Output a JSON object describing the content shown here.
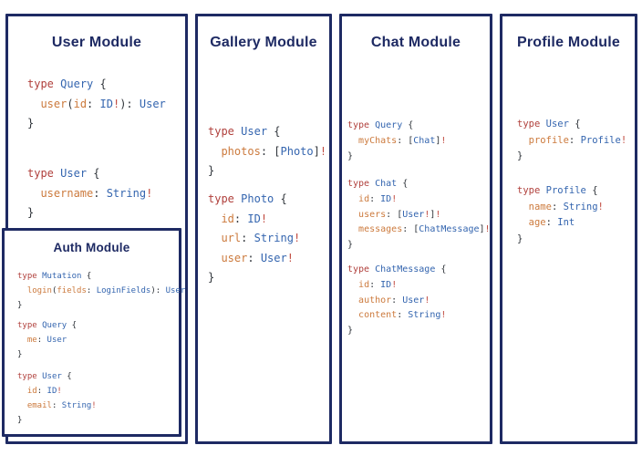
{
  "page": {
    "background": "#ffffff",
    "accent_navy": "#1e2a63"
  },
  "colors": {
    "keyword": "#b0403c",
    "type_name": "#3465af",
    "field": "#cc7a3d",
    "punctuation": "#30353b",
    "bang": "#c14b40"
  },
  "panels": [
    {
      "id": "user-module",
      "title": "User Module",
      "blocks": [
        [
          [
            [
              "kw",
              "type"
            ],
            [
              "pn",
              " "
            ],
            [
              "ty",
              "Query"
            ],
            [
              "pn",
              " {"
            ]
          ],
          [
            [
              "pn",
              "  "
            ],
            [
              "fd",
              "user"
            ],
            [
              "pn",
              "("
            ],
            [
              "fd",
              "id"
            ],
            [
              "pn",
              ": "
            ],
            [
              "ty",
              "ID"
            ],
            [
              "bg",
              "!"
            ],
            [
              "pn",
              "): "
            ],
            [
              "ty",
              "User"
            ]
          ],
          [
            [
              "pn",
              "}"
            ]
          ]
        ],
        [
          [
            [
              "kw",
              "type"
            ],
            [
              "pn",
              " "
            ],
            [
              "ty",
              "User"
            ],
            [
              "pn",
              " {"
            ]
          ],
          [
            [
              "pn",
              "  "
            ],
            [
              "fd",
              "username"
            ],
            [
              "pn",
              ": "
            ],
            [
              "ty",
              "String"
            ],
            [
              "bg",
              "!"
            ]
          ],
          [
            [
              "pn",
              "}"
            ]
          ]
        ]
      ],
      "nested": {
        "id": "auth-module",
        "title": "Auth Module",
        "blocks": [
          [
            [
              [
                "kw",
                "type"
              ],
              [
                "pn",
                " "
              ],
              [
                "ty",
                "Mutation"
              ],
              [
                "pn",
                " {"
              ]
            ],
            [
              [
                "pn",
                "  "
              ],
              [
                "fd",
                "login"
              ],
              [
                "pn",
                "("
              ],
              [
                "fd",
                "fields"
              ],
              [
                "pn",
                ": "
              ],
              [
                "ty",
                "LoginFields"
              ],
              [
                "pn",
                "): "
              ],
              [
                "ty",
                "User"
              ]
            ],
            [
              [
                "pn",
                "}"
              ]
            ]
          ],
          [
            [
              [
                "kw",
                "type"
              ],
              [
                "pn",
                " "
              ],
              [
                "ty",
                "Query"
              ],
              [
                "pn",
                " {"
              ]
            ],
            [
              [
                "pn",
                "  "
              ],
              [
                "fd",
                "me"
              ],
              [
                "pn",
                ": "
              ],
              [
                "ty",
                "User"
              ]
            ],
            [
              [
                "pn",
                "}"
              ]
            ]
          ],
          [
            [
              [
                "kw",
                "type"
              ],
              [
                "pn",
                " "
              ],
              [
                "ty",
                "User"
              ],
              [
                "pn",
                " {"
              ]
            ],
            [
              [
                "pn",
                "  "
              ],
              [
                "fd",
                "id"
              ],
              [
                "pn",
                ": "
              ],
              [
                "ty",
                "ID"
              ],
              [
                "bg",
                "!"
              ]
            ],
            [
              [
                "pn",
                "  "
              ],
              [
                "fd",
                "email"
              ],
              [
                "pn",
                ": "
              ],
              [
                "ty",
                "String"
              ],
              [
                "bg",
                "!"
              ]
            ],
            [
              [
                "pn",
                "}"
              ]
            ]
          ]
        ]
      }
    },
    {
      "id": "gallery-module",
      "title": "Gallery Module",
      "blocks": [
        [
          [
            [
              "kw",
              "type"
            ],
            [
              "pn",
              " "
            ],
            [
              "ty",
              "User"
            ],
            [
              "pn",
              " {"
            ]
          ],
          [
            [
              "pn",
              "  "
            ],
            [
              "fd",
              "photos"
            ],
            [
              "pn",
              ": ["
            ],
            [
              "ty",
              "Photo"
            ],
            [
              "pn",
              "]"
            ],
            [
              "bg",
              "!"
            ]
          ],
          [
            [
              "pn",
              "}"
            ]
          ]
        ],
        [
          [
            [
              "kw",
              "type"
            ],
            [
              "pn",
              " "
            ],
            [
              "ty",
              "Photo"
            ],
            [
              "pn",
              " {"
            ]
          ],
          [
            [
              "pn",
              "  "
            ],
            [
              "fd",
              "id"
            ],
            [
              "pn",
              ": "
            ],
            [
              "ty",
              "ID"
            ],
            [
              "bg",
              "!"
            ]
          ],
          [
            [
              "pn",
              "  "
            ],
            [
              "fd",
              "url"
            ],
            [
              "pn",
              ": "
            ],
            [
              "ty",
              "String"
            ],
            [
              "bg",
              "!"
            ]
          ],
          [
            [
              "pn",
              "  "
            ],
            [
              "fd",
              "user"
            ],
            [
              "pn",
              ": "
            ],
            [
              "ty",
              "User"
            ],
            [
              "bg",
              "!"
            ]
          ],
          [
            [
              "pn",
              "}"
            ]
          ]
        ]
      ]
    },
    {
      "id": "chat-module",
      "title": "Chat Module",
      "blocks": [
        [
          [
            [
              "kw",
              "type"
            ],
            [
              "pn",
              " "
            ],
            [
              "ty",
              "Query"
            ],
            [
              "pn",
              " {"
            ]
          ],
          [
            [
              "pn",
              "  "
            ],
            [
              "fd",
              "myChats"
            ],
            [
              "pn",
              ": ["
            ],
            [
              "ty",
              "Chat"
            ],
            [
              "pn",
              "]"
            ],
            [
              "bg",
              "!"
            ]
          ],
          [
            [
              "pn",
              "}"
            ]
          ]
        ],
        [
          [
            [
              "kw",
              "type"
            ],
            [
              "pn",
              " "
            ],
            [
              "ty",
              "Chat"
            ],
            [
              "pn",
              " {"
            ]
          ],
          [
            [
              "pn",
              "  "
            ],
            [
              "fd",
              "id"
            ],
            [
              "pn",
              ": "
            ],
            [
              "ty",
              "ID"
            ],
            [
              "bg",
              "!"
            ]
          ],
          [
            [
              "pn",
              "  "
            ],
            [
              "fd",
              "users"
            ],
            [
              "pn",
              ": ["
            ],
            [
              "ty",
              "User"
            ],
            [
              "bg",
              "!"
            ],
            [
              "pn",
              "]"
            ],
            [
              "bg",
              "!"
            ]
          ],
          [
            [
              "pn",
              "  "
            ],
            [
              "fd",
              "messages"
            ],
            [
              "pn",
              ": ["
            ],
            [
              "ty",
              "ChatMessage"
            ],
            [
              "pn",
              "]"
            ],
            [
              "bg",
              "!"
            ]
          ],
          [
            [
              "pn",
              "}"
            ]
          ]
        ],
        [
          [
            [
              "kw",
              "type"
            ],
            [
              "pn",
              " "
            ],
            [
              "ty",
              "ChatMessage"
            ],
            [
              "pn",
              " {"
            ]
          ],
          [
            [
              "pn",
              "  "
            ],
            [
              "fd",
              "id"
            ],
            [
              "pn",
              ": "
            ],
            [
              "ty",
              "ID"
            ],
            [
              "bg",
              "!"
            ]
          ],
          [
            [
              "pn",
              "  "
            ],
            [
              "fd",
              "author"
            ],
            [
              "pn",
              ": "
            ],
            [
              "ty",
              "User"
            ],
            [
              "bg",
              "!"
            ]
          ],
          [
            [
              "pn",
              "  "
            ],
            [
              "fd",
              "content"
            ],
            [
              "pn",
              ": "
            ],
            [
              "ty",
              "String"
            ],
            [
              "bg",
              "!"
            ]
          ],
          [
            [
              "pn",
              "}"
            ]
          ]
        ]
      ]
    },
    {
      "id": "profile-module",
      "title": "Profile Module",
      "blocks": [
        [
          [
            [
              "kw",
              "type"
            ],
            [
              "pn",
              " "
            ],
            [
              "ty",
              "User"
            ],
            [
              "pn",
              " {"
            ]
          ],
          [
            [
              "pn",
              "  "
            ],
            [
              "fd",
              "profile"
            ],
            [
              "pn",
              ": "
            ],
            [
              "ty",
              "Profile"
            ],
            [
              "bg",
              "!"
            ]
          ],
          [
            [
              "pn",
              "}"
            ]
          ]
        ],
        [
          [
            [
              "kw",
              "type"
            ],
            [
              "pn",
              " "
            ],
            [
              "ty",
              "Profile"
            ],
            [
              "pn",
              " {"
            ]
          ],
          [
            [
              "pn",
              "  "
            ],
            [
              "fd",
              "name"
            ],
            [
              "pn",
              ": "
            ],
            [
              "ty",
              "String"
            ],
            [
              "bg",
              "!"
            ]
          ],
          [
            [
              "pn",
              "  "
            ],
            [
              "fd",
              "age"
            ],
            [
              "pn",
              ": "
            ],
            [
              "ty",
              "Int"
            ]
          ],
          [
            [
              "pn",
              "}"
            ]
          ]
        ]
      ]
    }
  ]
}
